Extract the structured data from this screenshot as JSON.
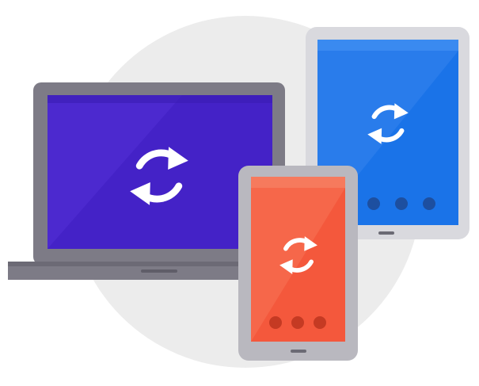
{
  "illustration": {
    "devices": [
      {
        "name": "laptop",
        "icon": "sync-icon",
        "screen_color": "#4422c7"
      },
      {
        "name": "tablet",
        "icon": "sync-icon",
        "screen_color": "#1a73e8",
        "dots": 3
      },
      {
        "name": "phone",
        "icon": "sync-icon",
        "screen_color": "#f4583c",
        "dots": 3
      }
    ],
    "colors": {
      "background_circle": "#ececec",
      "device_frame": "#7d7b86",
      "tablet_frame": "#d9d9de",
      "phone_frame": "#b9b8bf"
    }
  }
}
